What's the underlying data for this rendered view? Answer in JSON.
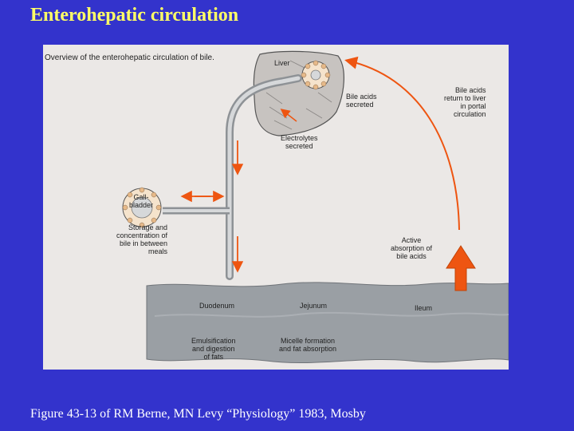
{
  "slide": {
    "title": "Enterohepatic circulation",
    "caption": "Figure 43-13  of RM Berne, MN Levy  “Physiology” 1983, Mosby",
    "background_color": "#3333cc",
    "title_color": "#ffff66"
  },
  "figure": {
    "title": "Overview of the enterohepatic circulation of bile.",
    "labels": {
      "liver": "Liver",
      "bile_acids_secreted": "Bile acids\nsecreted",
      "electrolytes_secreted": "Electrolytes\nsecreted",
      "gallbladder": "Gall-\nbladder",
      "storage": "Storage and\nconcentration of\nbile in between\nmeals",
      "bile_acids_return": "Bile acids\nreturn to liver\nin portal\ncirculation",
      "active_absorption": "Active\nabsorption of\nbile acids",
      "duodenum": "Duodenum",
      "jejunum": "Jejunum",
      "ileum": "Ileum",
      "emulsification": "Emulsification\nand digestion\nof fats",
      "micelle": "Micelle formation\nand fat absorption"
    },
    "colors": {
      "arrow": "#ee5511",
      "intestine": "#9a9fa4",
      "duct": "#a2a6aa",
      "liver": "#c7c3c0"
    }
  }
}
